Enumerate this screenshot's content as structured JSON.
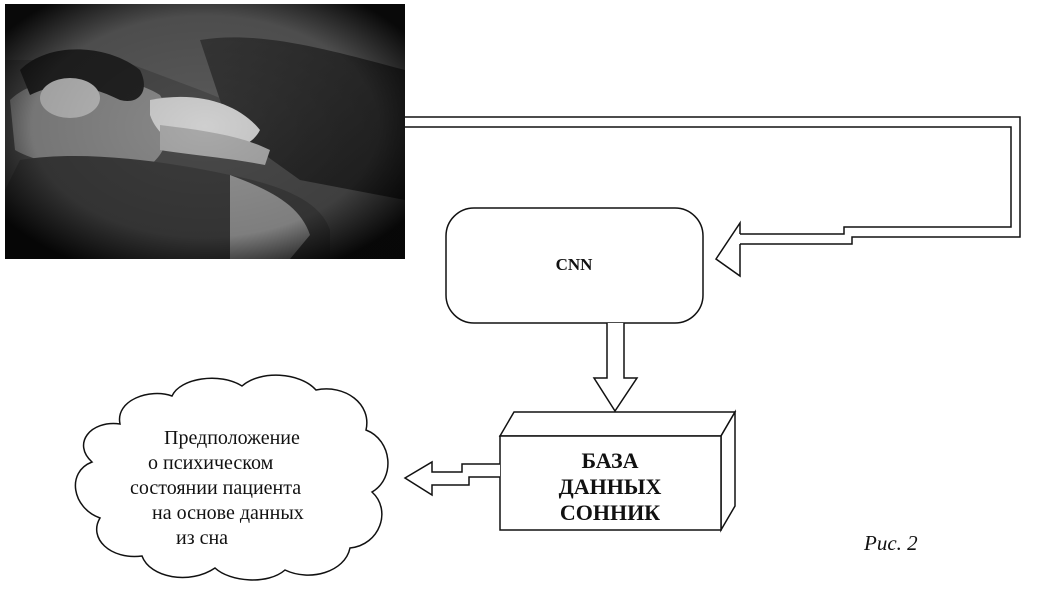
{
  "diagram": {
    "photo": {
      "icon": "sleeping-person-photo",
      "tone": "grayscale"
    },
    "cnn": {
      "label": "CNN"
    },
    "database": {
      "lines": [
        "БАЗА",
        "ДАННЫХ",
        "СОННИК"
      ]
    },
    "result_cloud": {
      "lines": [
        "Предположение",
        "о психическом",
        "состоянии пациента",
        "на основе данных",
        "из сна"
      ]
    },
    "caption": "Рис. 2"
  }
}
